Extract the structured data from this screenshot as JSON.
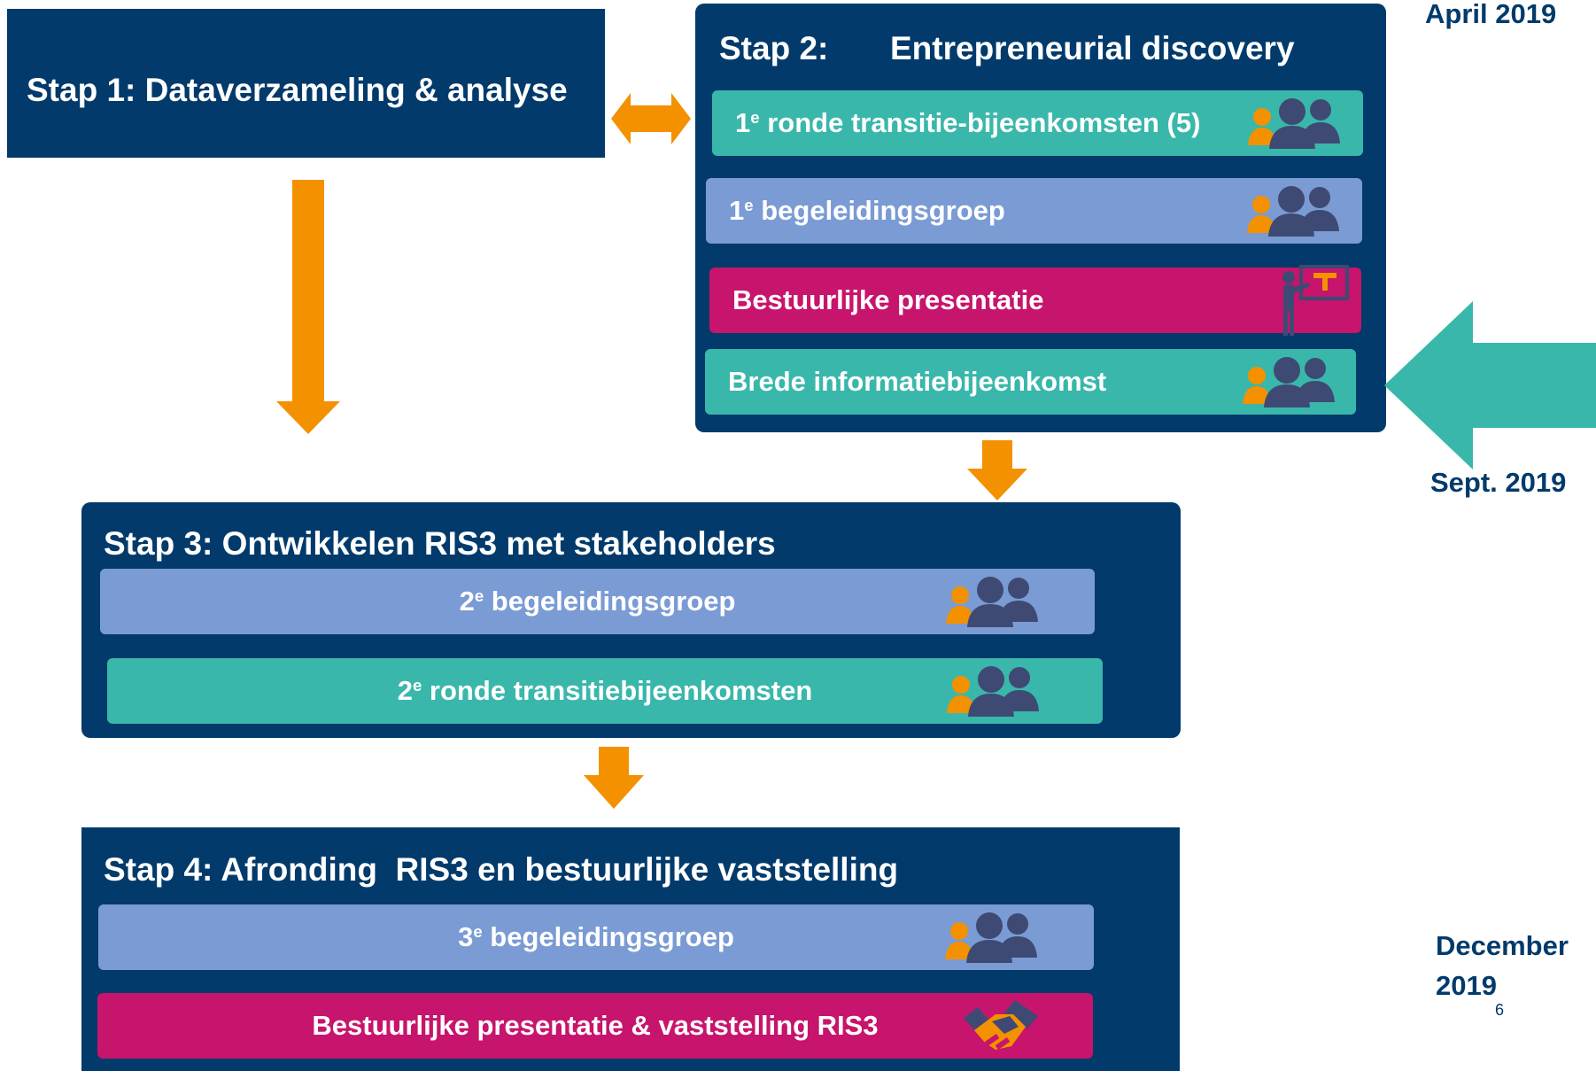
{
  "colors": {
    "navy": "#013a6b",
    "teal": "#39b7ab",
    "lavender": "#7a9bd4",
    "magenta": "#c7146c",
    "orange": "#f39100",
    "icon_dark": "#3e4a73"
  },
  "step1": {
    "title": "Stap 1: Dataverzameling & analyse"
  },
  "step2": {
    "title_prefix": "Stap 2:",
    "title_main": "Entrepreneurial discovery",
    "items": [
      {
        "ordinal": "1",
        "sup": "e",
        "label": "ronde transitie-bijeenkomsten (5)",
        "icon": "people-icon"
      },
      {
        "ordinal": "1",
        "sup": "e",
        "label": "begeleidingsgroep",
        "icon": "people-icon"
      },
      {
        "label": "Bestuurlijke presentatie",
        "icon": "presenter-icon"
      },
      {
        "label": "Brede informatiebijeenkomst",
        "icon": "people-icon"
      }
    ]
  },
  "step3": {
    "title": "Stap 3: Ontwikkelen RIS3 met stakeholders",
    "items": [
      {
        "ordinal": "2",
        "sup": "e",
        "label": "begeleidingsgroep",
        "icon": "people-icon"
      },
      {
        "ordinal": "2",
        "sup": "e",
        "label": "ronde transitiebijeenkomsten",
        "icon": "people-icon"
      }
    ]
  },
  "step4": {
    "title": "Stap 4: Afronding  RIS3 en bestuurlijke vaststelling",
    "items": [
      {
        "ordinal": "3",
        "sup": "e",
        "label": "begeleidingsgroep",
        "icon": "people-icon"
      },
      {
        "label": "Bestuurlijke presentatie & vaststelling RIS3",
        "icon": "handshake-icon"
      }
    ]
  },
  "dates": {
    "april": "April 2019",
    "sept": "Sept. 2019",
    "december_line1": "December",
    "december_line2": "2019"
  },
  "page_number": "6"
}
